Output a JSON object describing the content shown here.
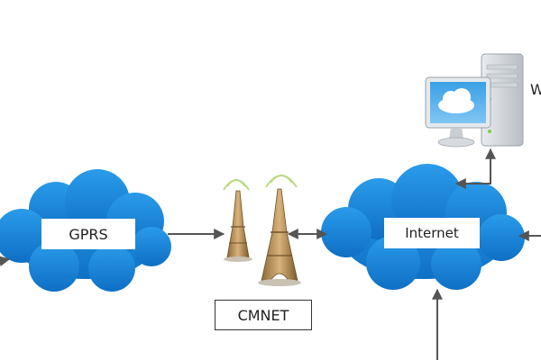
{
  "nodes": {
    "gprs": {
      "label": "GPRS"
    },
    "cmnet": {
      "label": "CMNET"
    },
    "internet": {
      "label": "Internet"
    },
    "server": {
      "label": "W"
    }
  },
  "colors": {
    "cloud": "#1a84d9",
    "cloud_shade": "#1066b8",
    "arrow": "#555555",
    "tower": "#b58a4a",
    "signal": "#b7d77a"
  }
}
